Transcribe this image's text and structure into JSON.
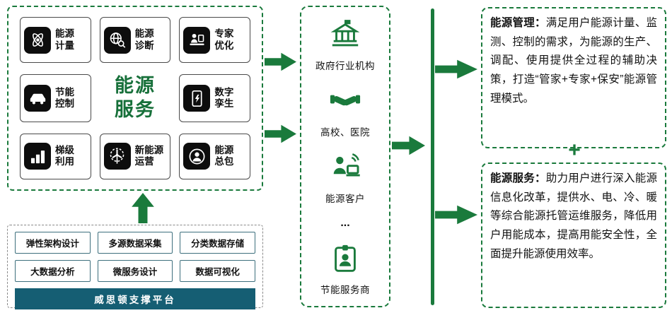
{
  "colors": {
    "green": "#1a7a3c",
    "icon_bg": "#0d0d0d",
    "teal_bar": "#155e73"
  },
  "services_box": {
    "title": "能源\n服务",
    "items": [
      {
        "label": "能源\n计量",
        "icon": "atom-icon"
      },
      {
        "label": "能源\n诊断",
        "icon": "globe-search-icon"
      },
      {
        "label": "专家\n优化",
        "icon": "expert-console-icon"
      },
      {
        "label": "节能\n控制",
        "icon": "car-icon"
      },
      {
        "label": "数字\n孪生",
        "icon": "tablet-bolt-icon"
      },
      {
        "label": "梯级\n利用",
        "icon": "steps-icon"
      },
      {
        "label": "新能源\n运营",
        "icon": "wind-turbine-icon"
      },
      {
        "label": "能源\n总包",
        "icon": "person-circle-icon"
      }
    ]
  },
  "platform_box": {
    "tags": [
      "弹性架构设计",
      "多源数据采集",
      "分类数据存储",
      "大数据分析",
      "微服务设计",
      "数据可视化"
    ],
    "bar_label": "威思顿支撑平台"
  },
  "customers_box": {
    "items": [
      {
        "label": "政府行业机构",
        "icon": "government-building-icon"
      },
      {
        "label": "高校、医院",
        "icon": "handshake-icon"
      },
      {
        "label": "能源客户",
        "icon": "customer-laptop-icon"
      },
      {
        "label": "...",
        "icon": "none"
      },
      {
        "label": "节能服务商",
        "icon": "id-badge-icon"
      }
    ]
  },
  "right_panels": {
    "management": {
      "title": "能源管理：",
      "body": "满足用户能源计量、监测、控制的需求，为能源的生产、调配、使用提供全过程的辅助决策，打造“管家+专家+保安”能源管理模式。"
    },
    "plus": "+",
    "service": {
      "title": "能源服务：",
      "body": "助力用户进行深入能源信息化改革，提供水、电、冷、暖等综合能源托管运维服务，降低用户用能成本，提高用能安全性，全面提升能源使用效率。"
    }
  }
}
